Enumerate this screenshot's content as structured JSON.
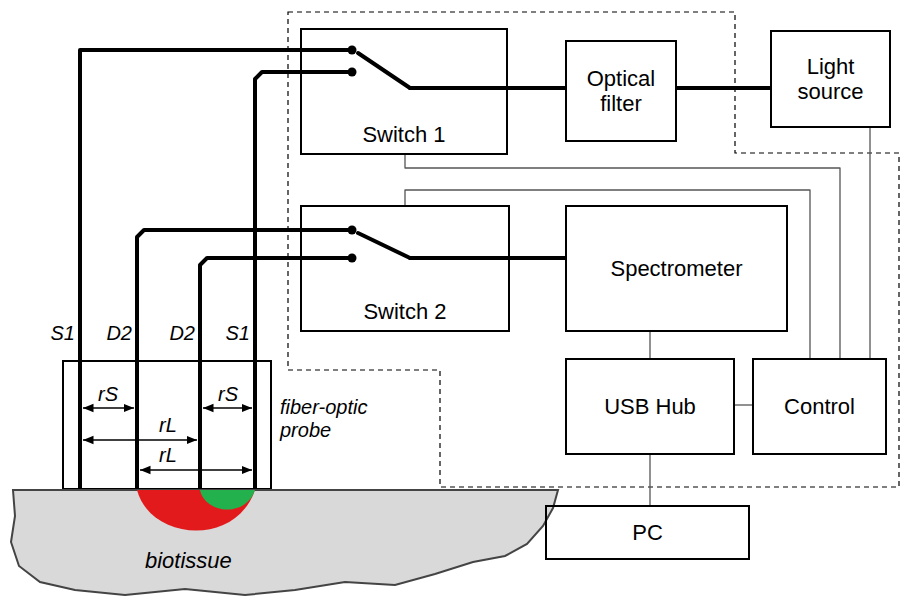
{
  "diagram": {
    "nodes": [
      {
        "text": [
          "Switch 1"
        ]
      },
      {
        "text": [
          "Optical filter"
        ]
      },
      {
        "text": [
          "Light source"
        ]
      },
      {
        "text": [
          "Switch 2"
        ]
      },
      {
        "text": [
          "Spectrometer"
        ]
      },
      {
        "text": [
          "fiber-optic probe"
        ]
      },
      {
        "text": [
          "USB Hub"
        ]
      },
      {
        "text": [
          "Control"
        ]
      },
      {
        "text": [
          "biotissue"
        ]
      },
      {
        "text": [
          "PC"
        ]
      }
    ],
    "edges": [
      {
        "from": 0,
        "to": 1,
        "arrow": "none"
      },
      {
        "from": 1,
        "to": 2,
        "arrow": "none"
      },
      {
        "from": 3,
        "to": 4,
        "arrow": "none"
      },
      {
        "from": 0,
        "to": 5,
        "arrow": "none"
      },
      {
        "from": 0,
        "to": 5,
        "arrow": "none"
      },
      {
        "from": 3,
        "to": 5,
        "arrow": "none"
      },
      {
        "from": 3,
        "to": 5,
        "arrow": "none"
      },
      {
        "from": 4,
        "to": 6,
        "arrow": "none"
      },
      {
        "from": 6,
        "to": 7,
        "arrow": "none"
      },
      {
        "from": 6,
        "to": 9,
        "arrow": "none"
      },
      {
        "from": 2,
        "to": 7,
        "arrow": "none"
      },
      {
        "from": 0,
        "to": 7,
        "arrow": "none"
      },
      {
        "from": 3,
        "to": 7,
        "arrow": "none"
      }
    ],
    "labels": [
      "S1",
      "D2",
      "D2",
      "S1",
      "rS",
      "rS",
      "rL",
      "rL"
    ]
  }
}
